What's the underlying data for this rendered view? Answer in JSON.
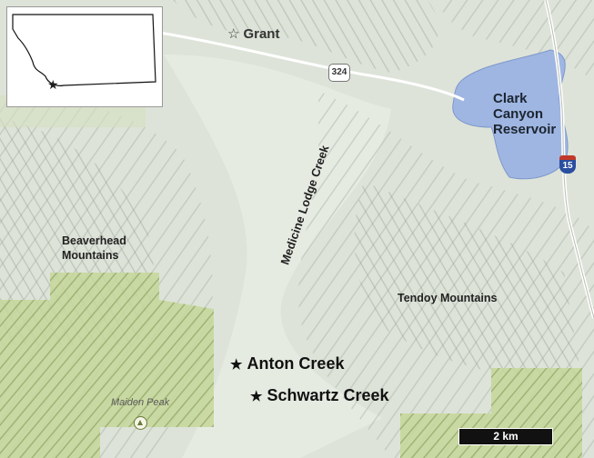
{
  "labels": {
    "town": "Grant",
    "reservoir": [
      "Clark",
      "Canyon",
      "Reservoir"
    ],
    "range_west": [
      "Beaverhead",
      "Mountains"
    ],
    "creek": "Medicine Lodge Creek",
    "range_east": "Tendoy Mountains",
    "site_1": "Anton Creek",
    "site_2": "Schwartz Creek",
    "peak": "Maiden Peak"
  },
  "markers": {
    "town_symbol": "☆",
    "site_symbol": "★",
    "inset_symbol": "★"
  },
  "highways": {
    "state_route": "324",
    "interstate": "15"
  },
  "scale": {
    "label": "2 km"
  },
  "icons": {
    "peak": "mountain-peak-icon",
    "interstate": "interstate-shield-icon",
    "state_route": "state-route-shield-icon"
  },
  "colors": {
    "terrain": "#dde3d8",
    "forest": "#c5d79a",
    "water": "#9fb6e2",
    "road": "#ffffff"
  }
}
